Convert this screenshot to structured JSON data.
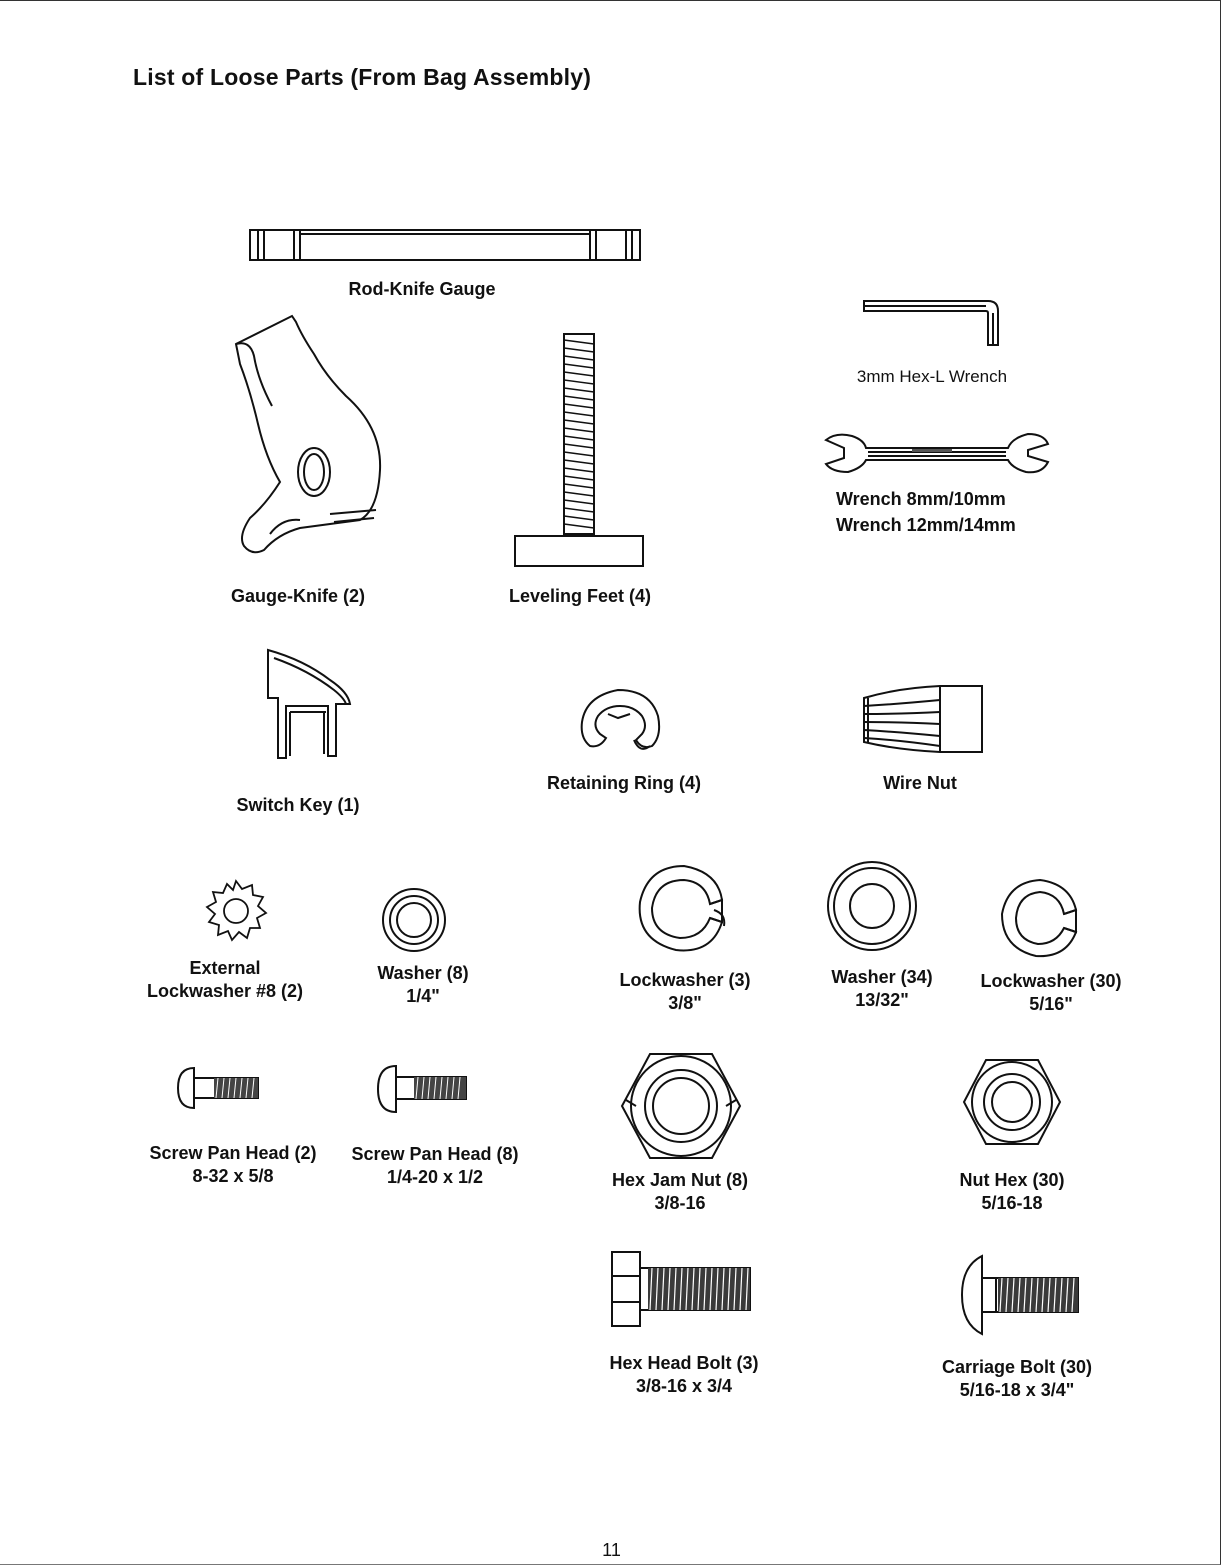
{
  "page": {
    "title": "List of Loose Parts (From Bag Assembly)",
    "page_number": "11"
  },
  "parts": {
    "rod_knife_gauge": {
      "line1": "Rod-Knife Gauge",
      "icon": "rod-icon"
    },
    "hex_l_wrench": {
      "line1": "3mm Hex-L Wrench",
      "icon": "hex-l-wrench-icon"
    },
    "open_wrench": {
      "line1": "Wrench 8mm/10mm",
      "line2": "Wrench 12mm/14mm",
      "icon": "open-end-wrench-icon"
    },
    "gauge_knife": {
      "line1": "Gauge-Knife (2)",
      "icon": "gauge-knife-icon"
    },
    "leveling_feet": {
      "line1": "Leveling Feet (4)",
      "icon": "leveling-foot-icon"
    },
    "switch_key": {
      "line1": "Switch Key (1)",
      "icon": "switch-key-icon"
    },
    "retaining_ring": {
      "line1": "Retaining Ring (4)",
      "icon": "retaining-ring-icon"
    },
    "wire_nut": {
      "line1": "Wire Nut",
      "icon": "wire-nut-icon"
    },
    "ext_lockwasher": {
      "line1": "External",
      "line2": "Lockwasher #8 (2)",
      "icon": "external-lockwasher-icon"
    },
    "washer_8": {
      "line1": "Washer (8)",
      "line2": "1/4\"",
      "icon": "washer-icon"
    },
    "lockwasher_3": {
      "line1": "Lockwasher (3)",
      "line2": "3/8\"",
      "icon": "lockwasher-icon"
    },
    "washer_34": {
      "line1": "Washer (34)",
      "line2": "13/32\"",
      "icon": "washer-icon"
    },
    "lockwasher_30": {
      "line1": "Lockwasher (30)",
      "line2": "5/16\"",
      "icon": "lockwasher-icon"
    },
    "screw_pan_2": {
      "line1": "Screw Pan Head (2)",
      "line2": "8-32 x 5/8",
      "icon": "pan-head-screw-icon"
    },
    "screw_pan_8": {
      "line1": "Screw Pan Head (8)",
      "line2": "1/4-20 x 1/2",
      "icon": "pan-head-screw-icon"
    },
    "hex_jam_nut": {
      "line1": "Hex Jam Nut (8)",
      "line2": "3/8-16",
      "icon": "hex-nut-icon"
    },
    "nut_hex": {
      "line1": "Nut Hex (30)",
      "line2": "5/16-18",
      "icon": "hex-nut-icon"
    },
    "hex_head_bolt": {
      "line1": "Hex Head Bolt (3)",
      "line2": "3/8-16 x 3/4",
      "icon": "hex-head-bolt-icon"
    },
    "carriage_bolt": {
      "line1": "Carriage Bolt (30)",
      "line2": "5/16-18 x 3/4\"",
      "icon": "carriage-bolt-icon"
    }
  }
}
